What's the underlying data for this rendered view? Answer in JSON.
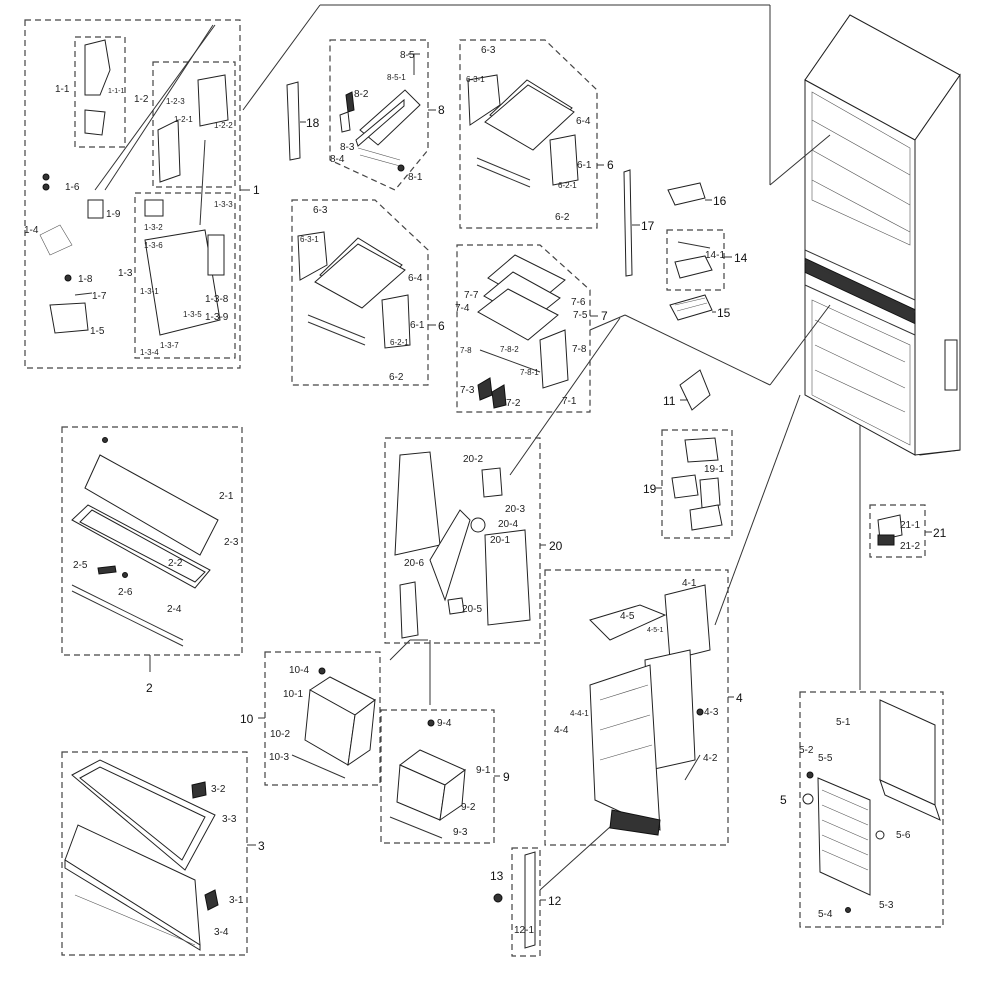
{
  "groups": {
    "g1": "1",
    "g2": "2",
    "g3": "3",
    "g4": "4",
    "g5": "5",
    "g6a": "6",
    "g6b": "6",
    "g7": "7",
    "g8": "8",
    "g9": "9",
    "g10": "10",
    "g11": "11",
    "g12": "12",
    "g13": "13",
    "g14": "14",
    "g15": "15",
    "g16": "16",
    "g17": "17",
    "g18": "18",
    "g19": "19",
    "g20": "20",
    "g21": "21"
  },
  "labels": {
    "l1_1": "1-1",
    "l1_1_1": "1-1-1",
    "l1_2": "1-2",
    "l1_2_1": "1-2-1",
    "l1_2_2": "1-2-2",
    "l1_2_3": "1-2-3",
    "l1_3": "1-3",
    "l1_3_1": "1-3-1",
    "l1_3_2": "1-3-2",
    "l1_3_3": "1-3-3",
    "l1_3_4": "1-3-4",
    "l1_3_5": "1-3-5",
    "l1_3_6": "1-3-6",
    "l1_3_7": "1-3-7",
    "l1_3_8": "1-3-8",
    "l1_3_9": "1-3-9",
    "l1_4": "1-4",
    "l1_5": "1-5",
    "l1_6": "1-6",
    "l1_7": "1-7",
    "l1_8": "1-8",
    "l1_9": "1-9",
    "l2_1": "2-1",
    "l2_2": "2-2",
    "l2_3": "2-3",
    "l2_4": "2-4",
    "l2_5": "2-5",
    "l2_6": "2-6",
    "l3_1": "3-1",
    "l3_2": "3-2",
    "l3_3": "3-3",
    "l3_4": "3-4",
    "l4_1": "4-1",
    "l4_2": "4-2",
    "l4_3": "4-3",
    "l4_4": "4-4",
    "l4_4_1": "4-4-1",
    "l4_5": "4-5",
    "l4_5_1": "4-5-1",
    "l5_1": "5-1",
    "l5_2": "5-2",
    "l5_3": "5-3",
    "l5_4": "5-4",
    "l5_5": "5-5",
    "l5_6": "5-6",
    "l6a_1": "6-1",
    "l6a_2": "6-2",
    "l6a_2_1": "6-2-1",
    "l6a_3": "6-3",
    "l6a_3_1": "6-3-1",
    "l6a_4": "6-4",
    "l6b_1": "6-1",
    "l6b_2": "6-2",
    "l6b_2_1": "6-2-1",
    "l6b_3": "6-3",
    "l6b_3_1": "6-3-1",
    "l6b_4": "6-4",
    "l7_1": "7-1",
    "l7_2": "7-2",
    "l7_3": "7-3",
    "l7_4": "7-4",
    "l7_5": "7-5",
    "l7_6": "7-6",
    "l7_7": "7-7",
    "l7_8": "7-8",
    "l7_8_1": "7-8-1",
    "l7_8_2": "7-8-2",
    "l8_1": "8-1",
    "l8_2": "8-2",
    "l8_3": "8-3",
    "l8_4": "8-4",
    "l8_5": "8-5",
    "l8_5_1": "8-5-1",
    "l9_1": "9-1",
    "l9_2": "9-2",
    "l9_3": "9-3",
    "l9_4": "9-4",
    "l10_1": "10-1",
    "l10_2": "10-2",
    "l10_3": "10-3",
    "l10_4": "10-4",
    "l12_1": "12-1",
    "l14_1": "14-1",
    "l19_1": "19-1",
    "l20_1": "20-1",
    "l20_2": "20-2",
    "l20_3": "20-3",
    "l20_4": "20-4",
    "l20_5": "20-5",
    "l20_6": "20-6",
    "l21_1": "21-1",
    "l21_2": "21-2"
  }
}
